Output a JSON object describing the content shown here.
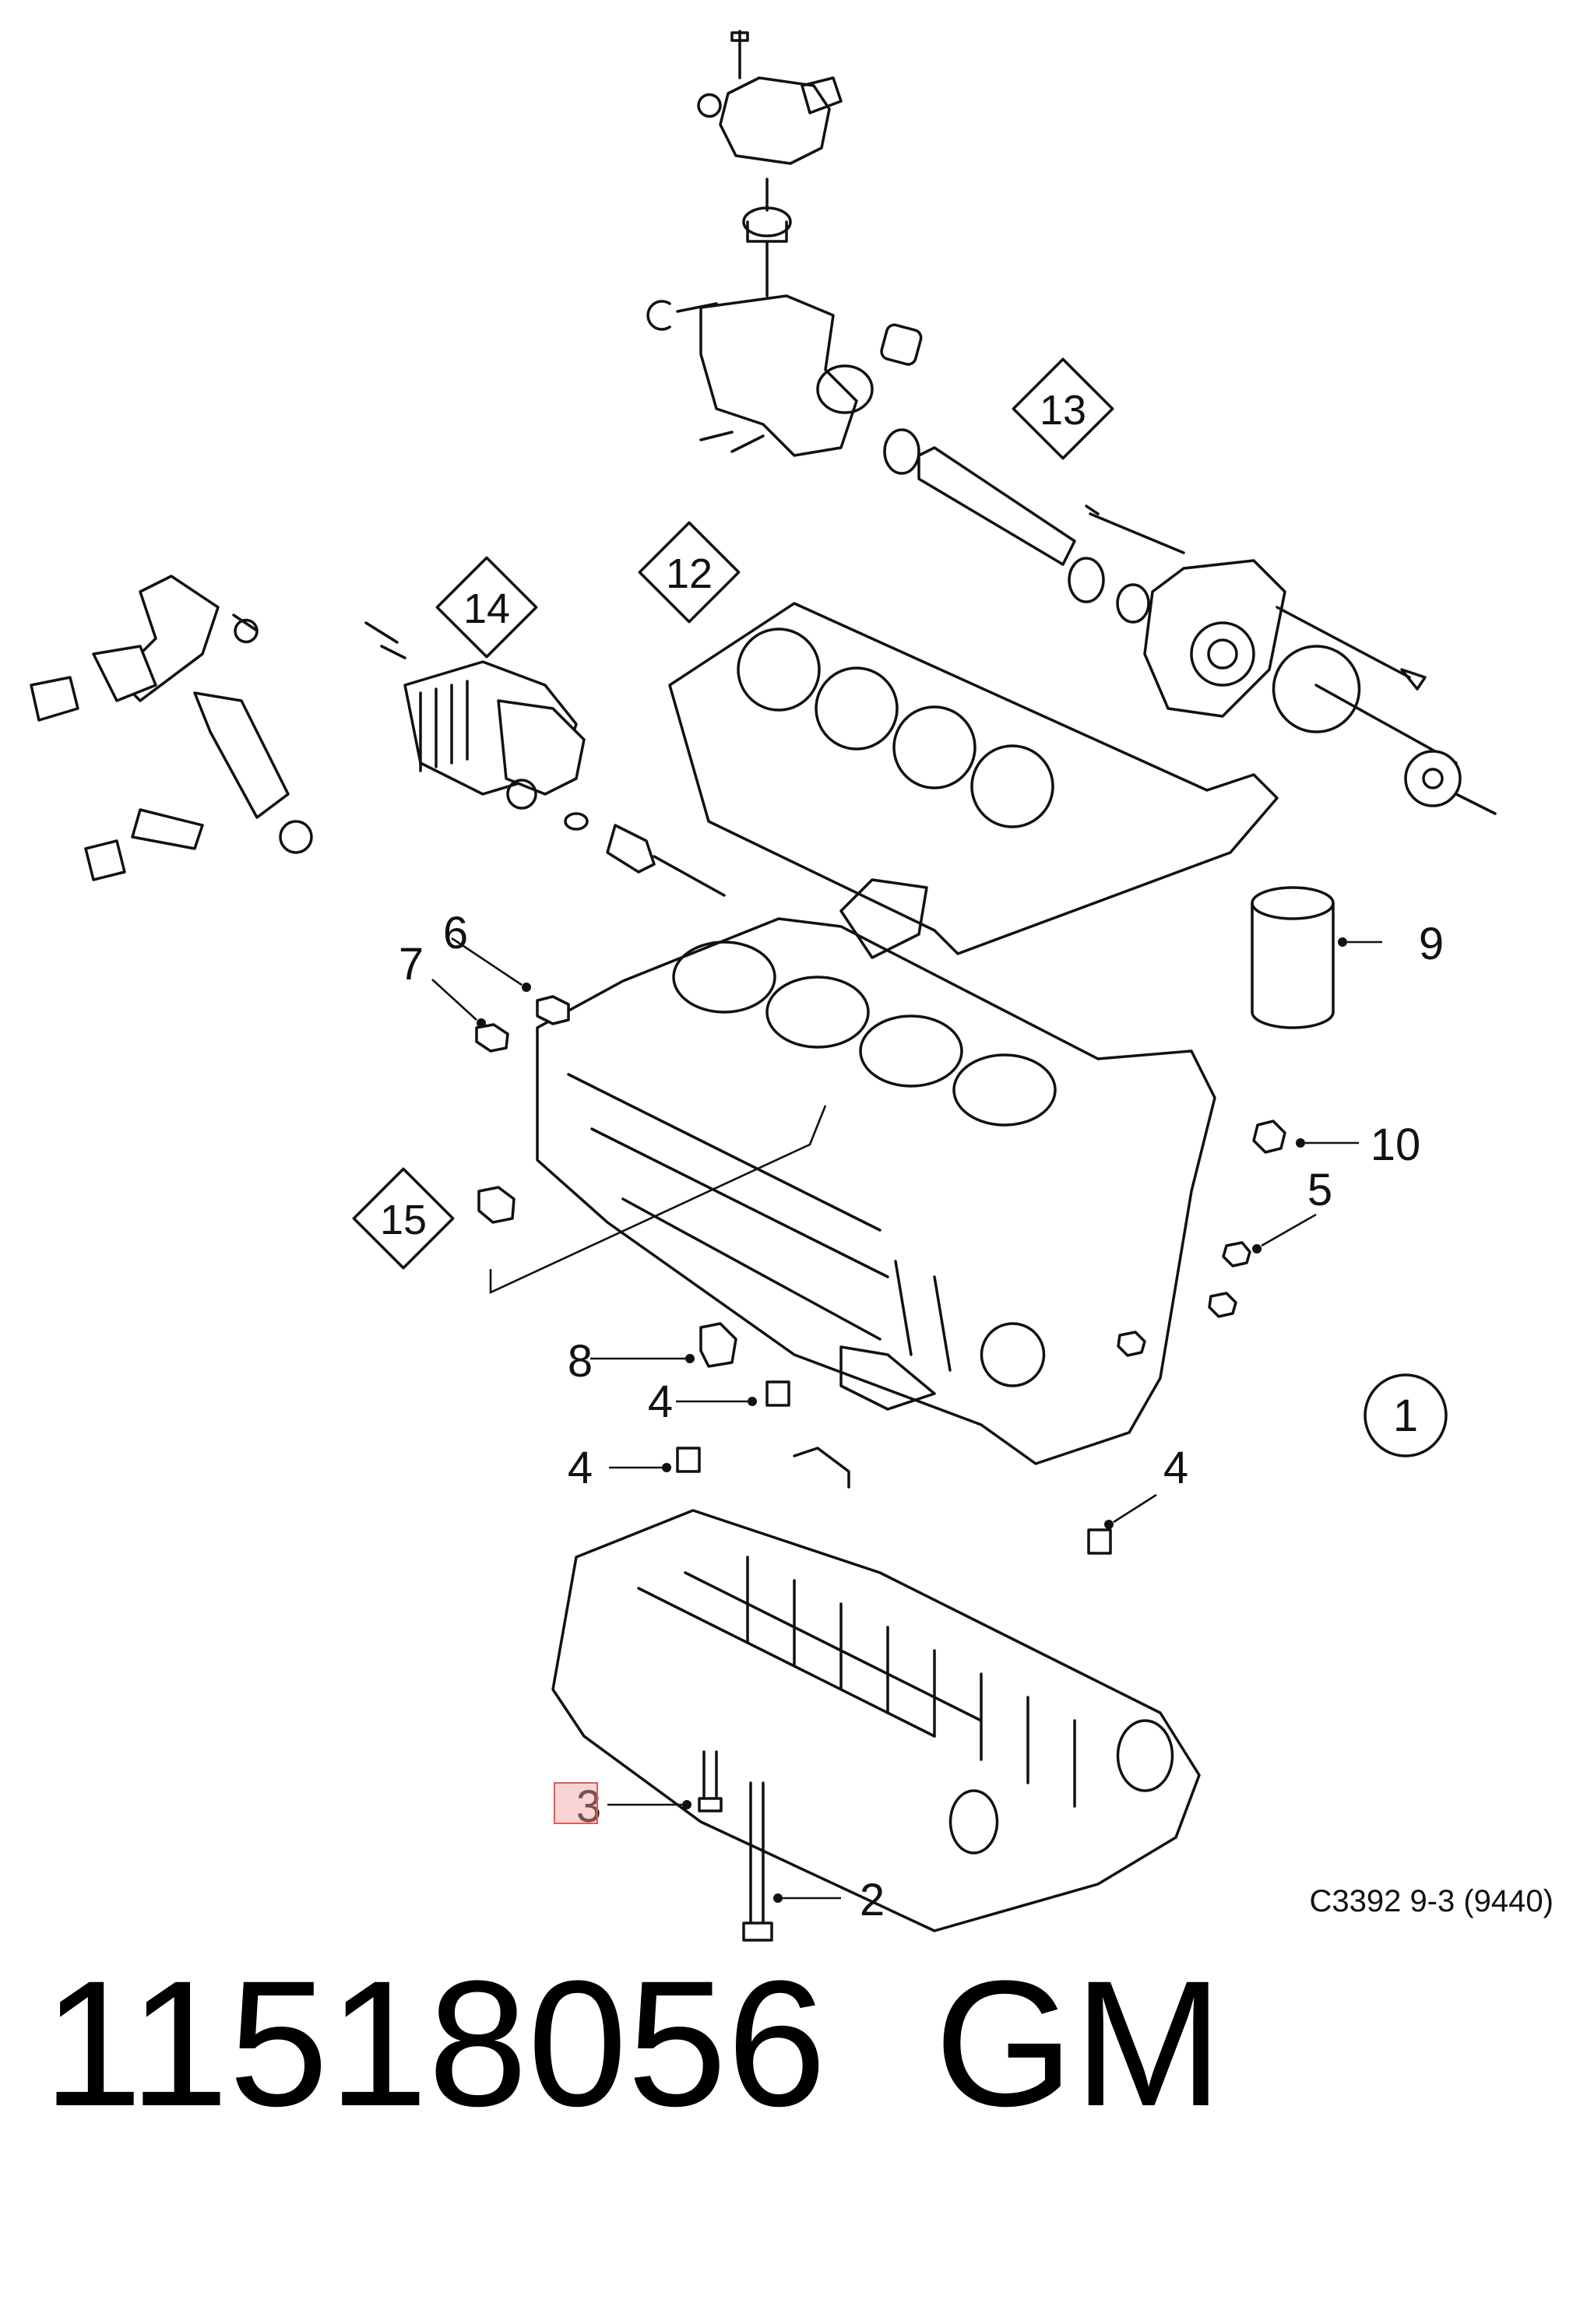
{
  "callouts": {
    "c1": "1",
    "c2": "2",
    "c3": "3",
    "c4a": "4",
    "c4b": "4",
    "c4c": "4",
    "c5": "5",
    "c6": "6",
    "c7": "7",
    "c8": "8",
    "c9": "9",
    "c10": "10"
  },
  "boxed_callouts": {
    "b12": "12",
    "b13": "13",
    "b14": "14",
    "b15": "15"
  },
  "diagram_code": "C3392 9-3 (9440)",
  "part_number": "11518056",
  "brand": "GM",
  "colors": {
    "line": "#111111",
    "highlight": "#f08080"
  }
}
